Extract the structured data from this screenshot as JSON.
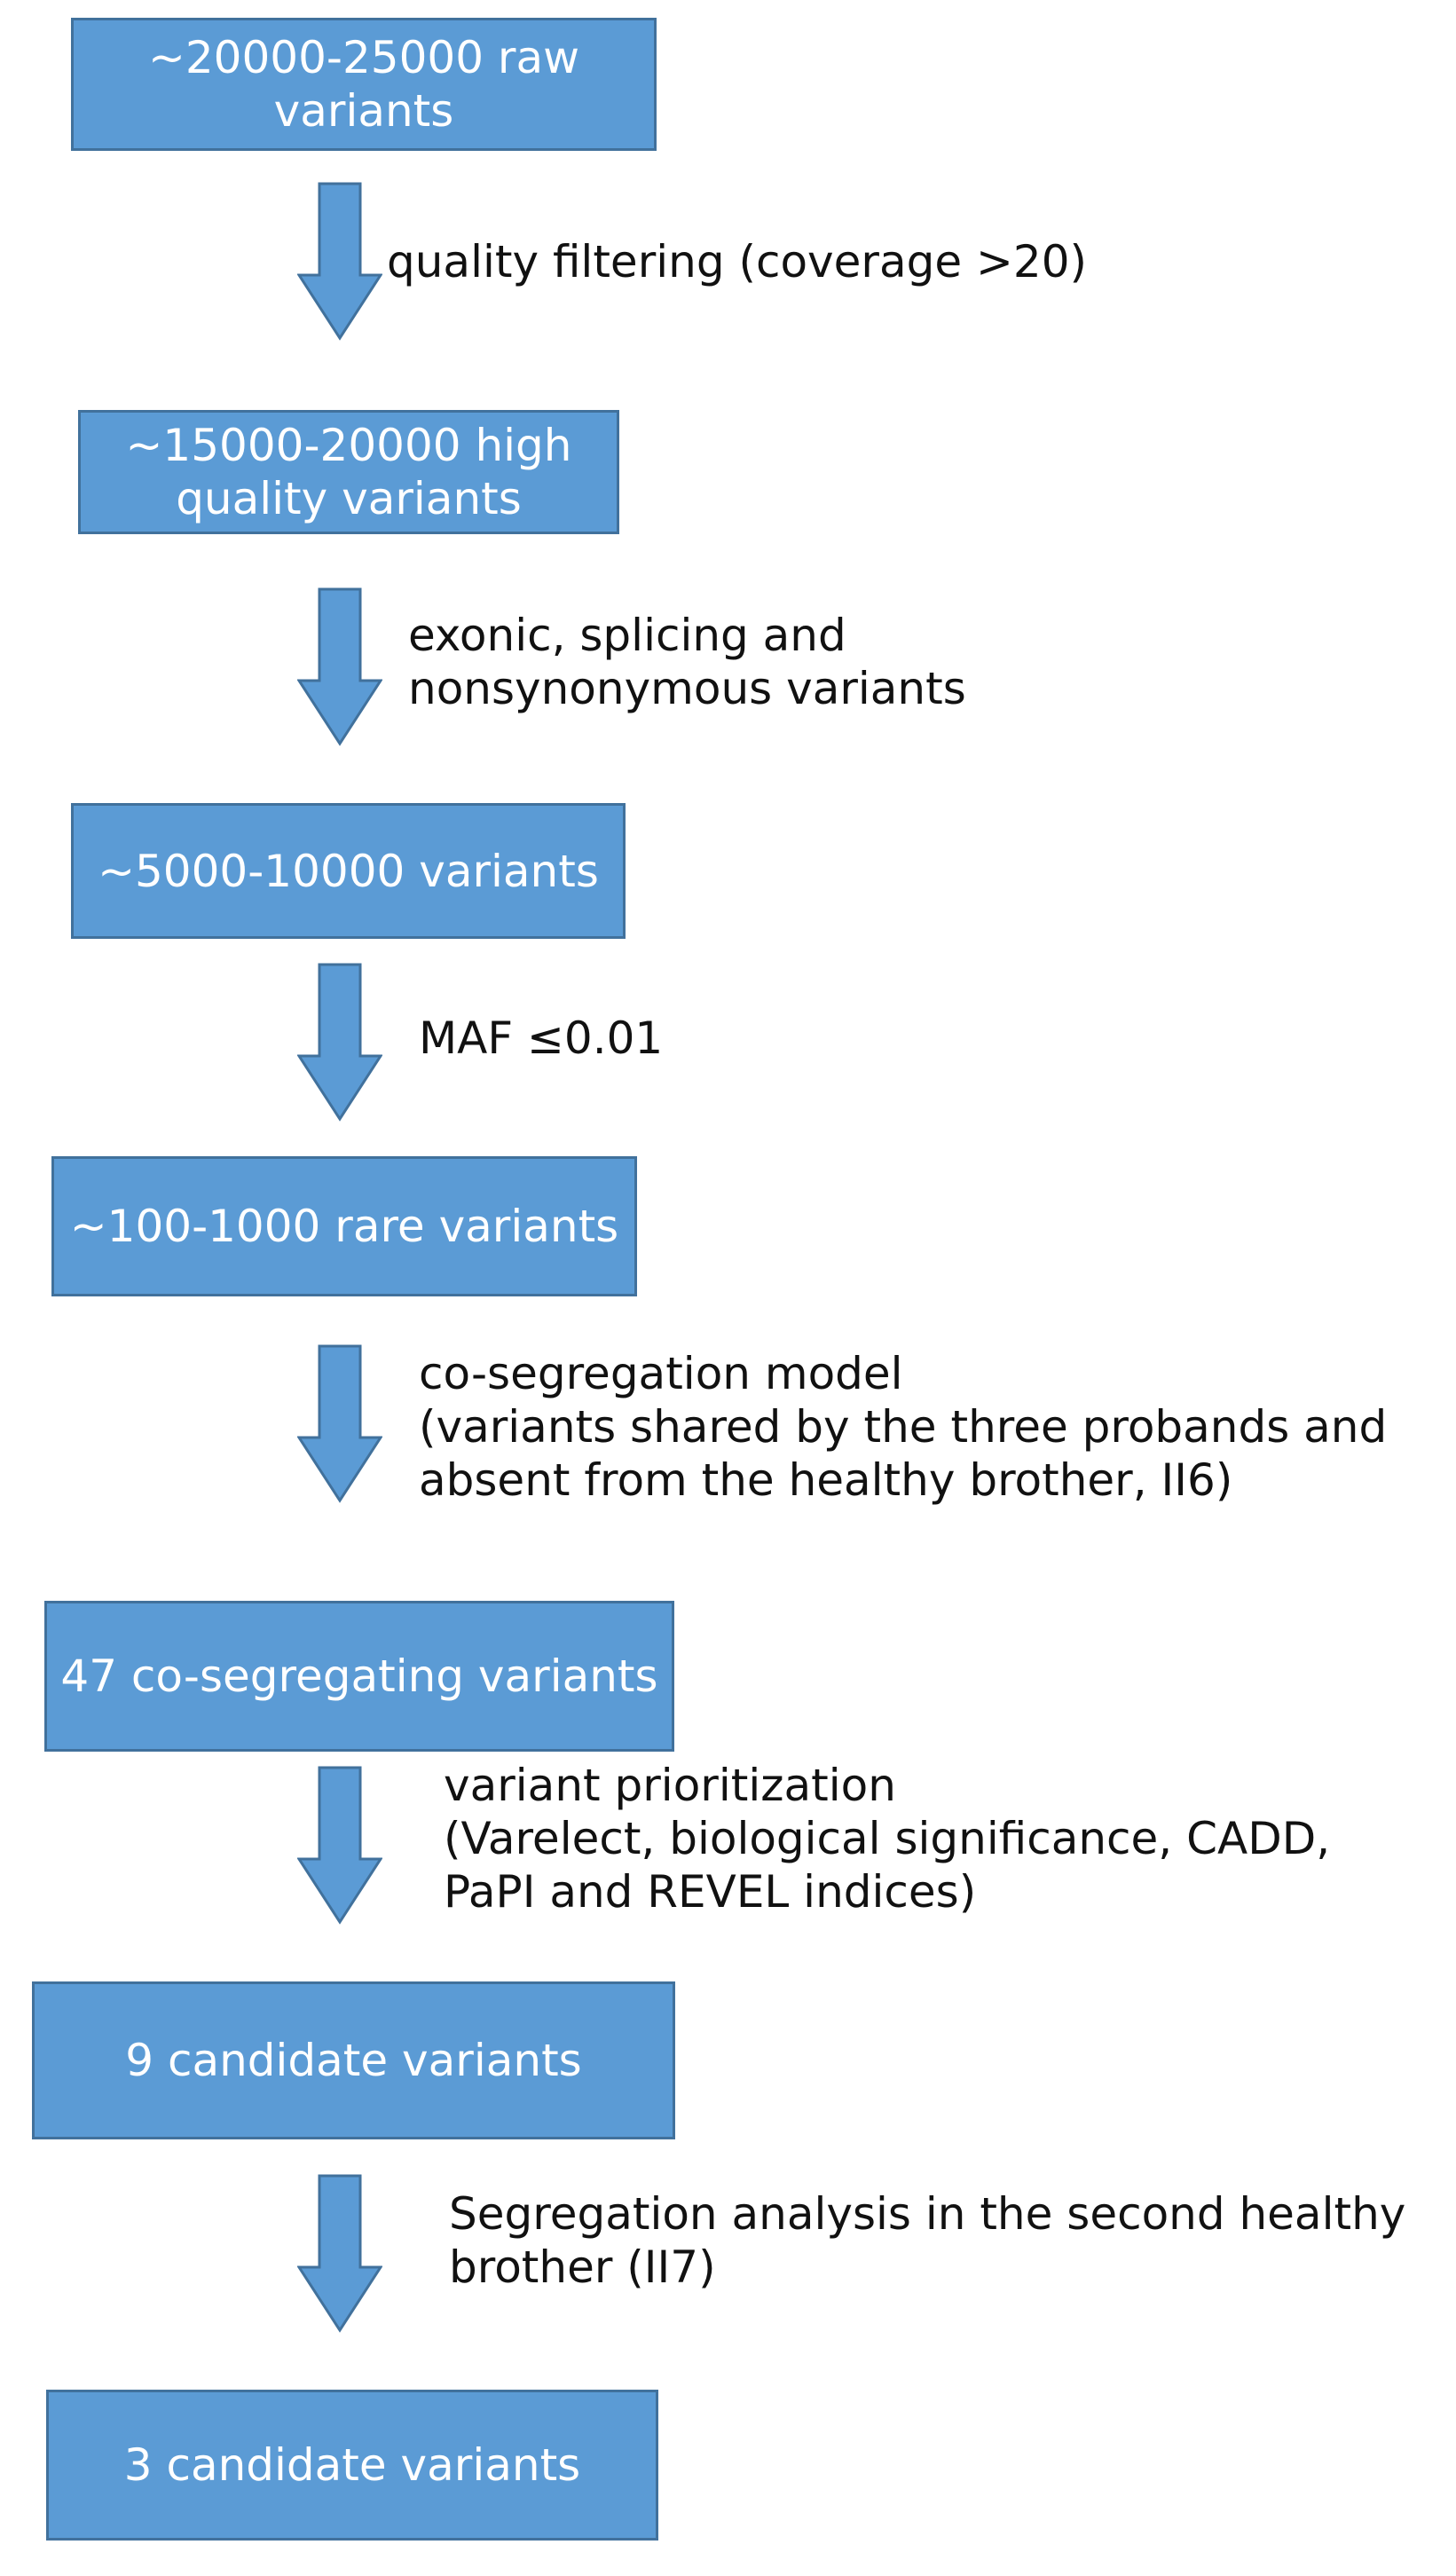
{
  "colors": {
    "box_fill": "#5b9bd5",
    "box_border": "#41719c",
    "box_text": "#ffffff",
    "label_text": "#111111"
  },
  "steps": [
    {
      "lines": [
        "~20000-25000 raw",
        "variants"
      ]
    },
    {
      "lines": [
        "~15000-20000 high",
        "quality variants"
      ]
    },
    {
      "lines": [
        "~5000-10000 variants"
      ]
    },
    {
      "lines": [
        "~100-1000 rare variants"
      ]
    },
    {
      "lines": [
        "47 co-segregating variants"
      ]
    },
    {
      "lines": [
        "9 candidate variants"
      ]
    },
    {
      "lines": [
        "3 candidate variants"
      ]
    }
  ],
  "filters": [
    {
      "lines": [
        "quality filtering (coverage >20)"
      ]
    },
    {
      "lines": [
        "exonic, splicing and",
        "nonsynonymous variants"
      ]
    },
    {
      "lines": [
        "MAF ≤0.01"
      ]
    },
    {
      "lines": [
        "co-segregation model",
        "(variants shared by the three probands and",
        "absent from the healthy brother, II6)"
      ]
    },
    {
      "lines": [
        "variant prioritization",
        "(Varelect, biological significance, CADD,",
        "PaPI and REVEL indices)"
      ]
    },
    {
      "lines": [
        "Segregation analysis in the second healthy",
        "brother (II7)"
      ]
    }
  ]
}
